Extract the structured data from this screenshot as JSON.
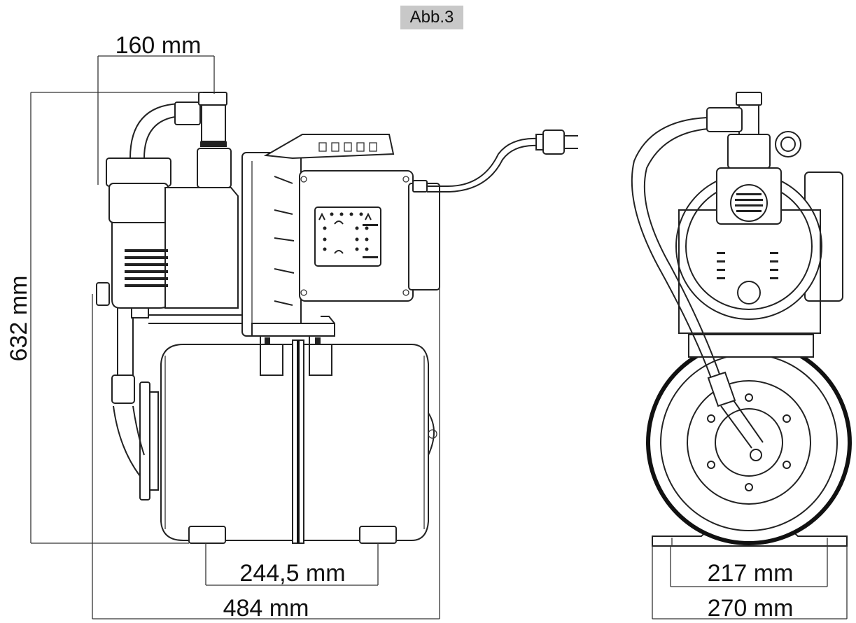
{
  "figure": {
    "label": "Abb.3"
  },
  "dimensions": {
    "top_width": "160 mm",
    "height": "632 mm",
    "foot_spacing_side": "244,5 mm",
    "total_length": "484 mm",
    "foot_spacing_front": "217 mm",
    "total_width": "270 mm"
  }
}
